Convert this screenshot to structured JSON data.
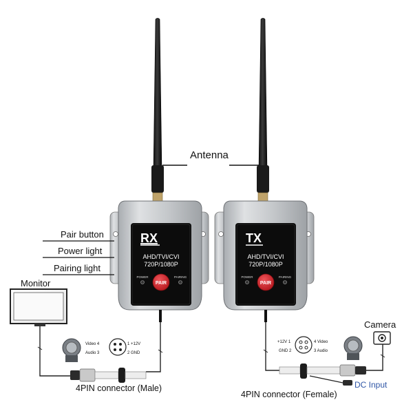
{
  "labels": {
    "antenna": "Antenna",
    "pair_button": "Pair button",
    "power_light": "Power light",
    "pairing_light": "Pairing light",
    "monitor": "Monitor",
    "camera": "Camera",
    "dc_input": "DC Input",
    "male_connector": "4PIN connector (Male)",
    "female_connector": "4PIN connector (Female)"
  },
  "rx": {
    "title": "RX",
    "formats": "AHD/TVI/CVI",
    "resolution": "720P/1080P",
    "power": "POWER",
    "pairing": "PAIRING",
    "pair": "PAIR"
  },
  "tx": {
    "title": "TX",
    "formats": "AHD/TVI/CVI",
    "resolution": "720P/1080P",
    "power": "POWER",
    "pairing": "PAIRING",
    "pair": "PAIR"
  },
  "rx_pinout": {
    "video": "Video 4",
    "audio": "Audio 3",
    "p12v": "1  +12V",
    "gnd": "2  GND"
  },
  "tx_pinout": {
    "p12v": "+12V 1",
    "gnd": "GND 2",
    "video": "4 Video",
    "audio": "3 Audio"
  },
  "colors": {
    "housing": "#c4c7ca",
    "panel": "#0c0c0c",
    "pair_button": "#d4232a",
    "dc_input": "#2f56a6"
  }
}
